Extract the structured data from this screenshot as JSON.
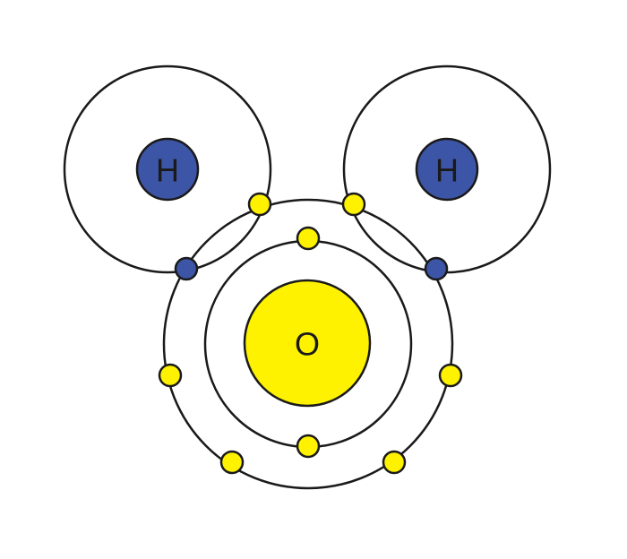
{
  "atoms": {
    "hydrogen_left": {
      "symbol": "H",
      "color": "#3d55a6"
    },
    "hydrogen_right": {
      "symbol": "H",
      "color": "#3d55a6"
    },
    "oxygen": {
      "symbol": "O",
      "color": "#fef200"
    }
  },
  "electron_colors": {
    "oxygen_electron": "#fef200",
    "hydrogen_electron": "#3d55a6"
  }
}
